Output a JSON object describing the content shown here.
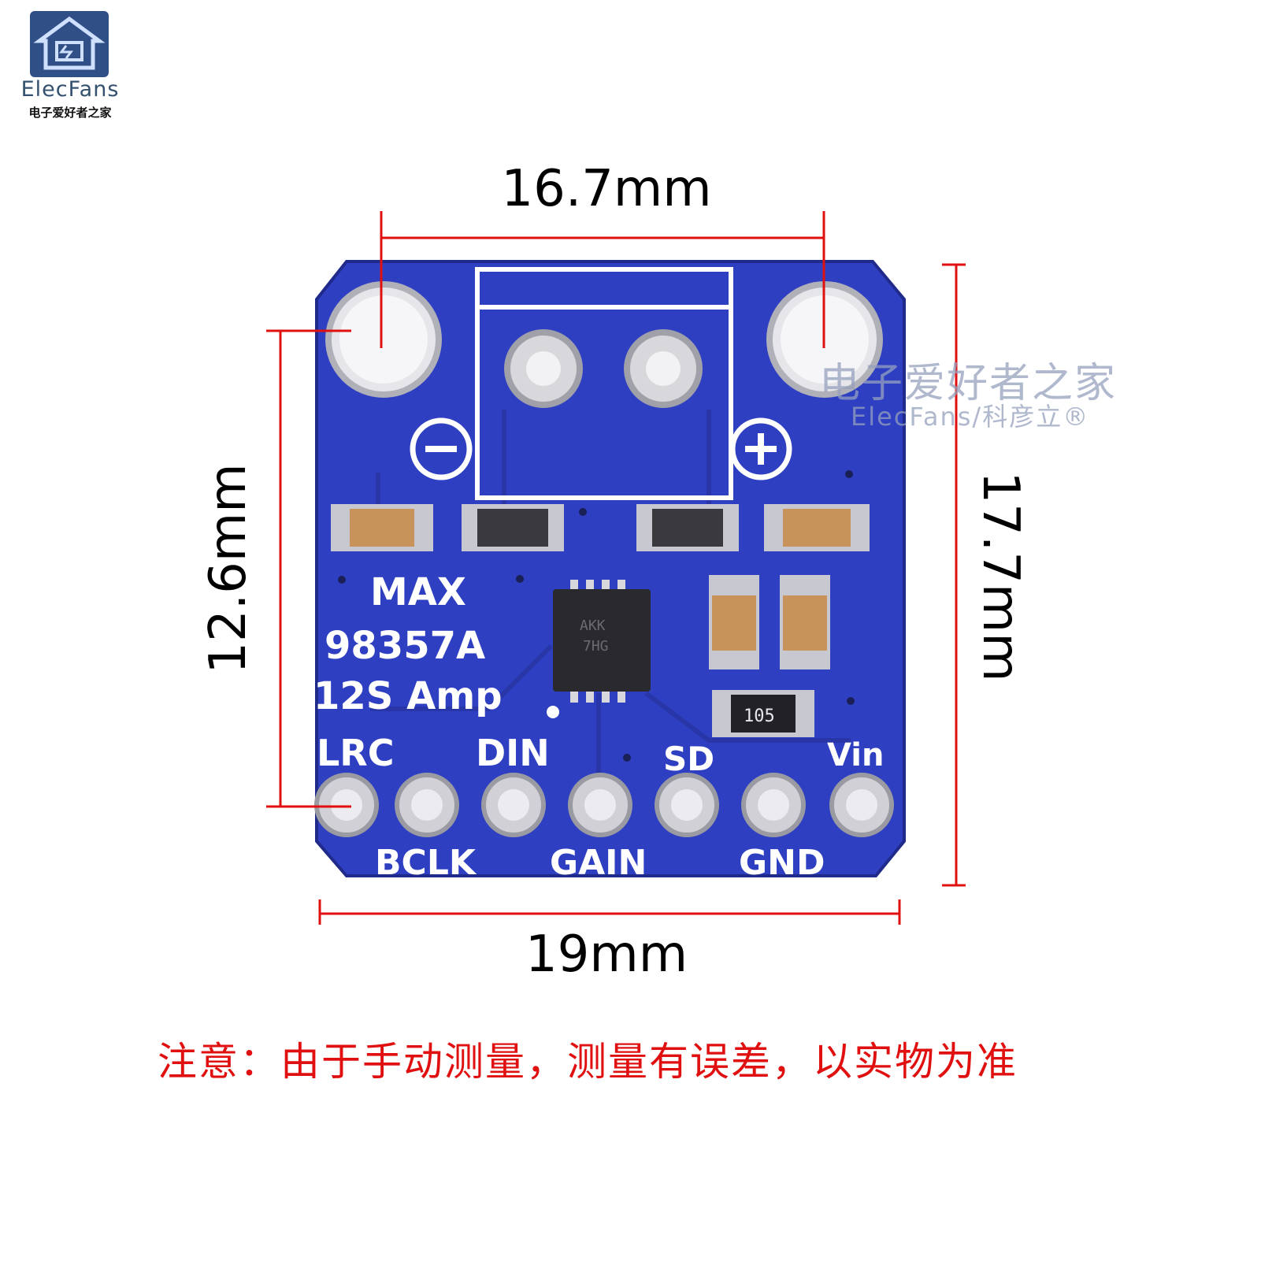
{
  "logo": {
    "name": "ElecFans",
    "subtitle": "电子爱好者之家"
  },
  "dimensions": {
    "top": "16.7mm",
    "bottom": "19mm",
    "left": "12.6mm",
    "right": "17.7mm"
  },
  "board": {
    "title_line1": "MAX",
    "title_line2": "98357A",
    "title_line3": "12S Amp",
    "minus_symbol": "⊖",
    "plus_symbol": "⊕",
    "chip_marking_line1": "AKK",
    "chip_marking_line2": "7HG",
    "resistor_marking": "105",
    "top_pin_labels": [
      "LRC",
      "DIN",
      "SD",
      "Vin"
    ],
    "bottom_pin_labels": [
      "BCLK",
      "GAIN",
      "GND"
    ],
    "pcb_color": "#2e3fc2",
    "dimension_line_color": "#e01010"
  },
  "watermark": {
    "chinese": "电子爱好者之家",
    "english": "ElecFans/科彦立®"
  },
  "note": "注意：由于手动测量，测量有误差，以实物为准"
}
